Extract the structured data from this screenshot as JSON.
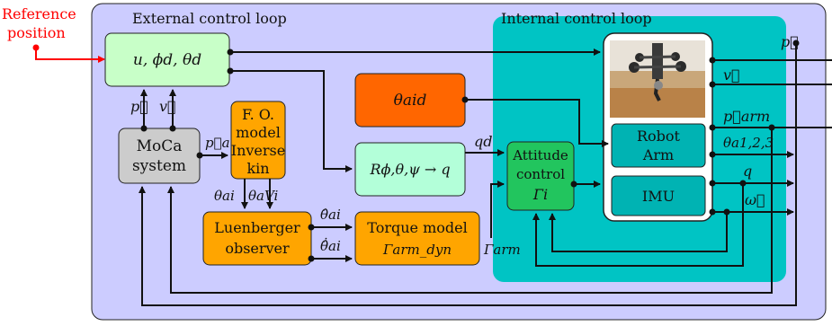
{
  "reference": {
    "line1": "Reference",
    "line2": "position"
  },
  "external_loop": {
    "title": "External control loop"
  },
  "internal_loop": {
    "title": "Internal control loop"
  },
  "blocks": {
    "setpoint": "u, ϕd, θd",
    "theta_aid": "θaid",
    "moca": {
      "line1": "MoCa",
      "line2": "system"
    },
    "inverse_kin": {
      "line1": "F. O.",
      "line2": "model",
      "line3": "Inverse",
      "line4": "kin"
    },
    "rotation": "Rϕ,θ,ψ → q",
    "attitude": {
      "line1": "Attitude",
      "line2": "control",
      "line3": "Γi"
    },
    "luenberger": {
      "line1": "Luenberger",
      "line2": "observer"
    },
    "torque": {
      "line1": "Torque model",
      "line2": "Γarm_dyn"
    },
    "robot_arm": {
      "line1": "Robot",
      "line2": "Arm"
    },
    "imu": "IMU"
  },
  "signals": {
    "p": "p⃗",
    "v": "v⃗",
    "pa": "p⃗a",
    "qd": "qd",
    "theta_ai": "θai",
    "theta_aVi": "θaVi",
    "theta_hat": "θ̂ai",
    "theta_hat_dot": "θ̂̇ai",
    "gamma_arm": "Γarm",
    "p_out": "p⃗",
    "v_out": "v⃗",
    "p_arm": "p⃗arm",
    "theta_a123": "θa1,2,3",
    "q": "q",
    "omega": "ω⃗"
  },
  "colors": {
    "external_bg": "#ccccff",
    "internal_bg": "#00c4c4",
    "setpoint": "#c8ffc8",
    "orange_dark": "#ff6600",
    "orange": "#ffa500",
    "gray": "#cccccc",
    "mint": "#b3ffd9",
    "green": "#22c55e",
    "teal": "#00b3b3",
    "red": "#ff0000"
  }
}
